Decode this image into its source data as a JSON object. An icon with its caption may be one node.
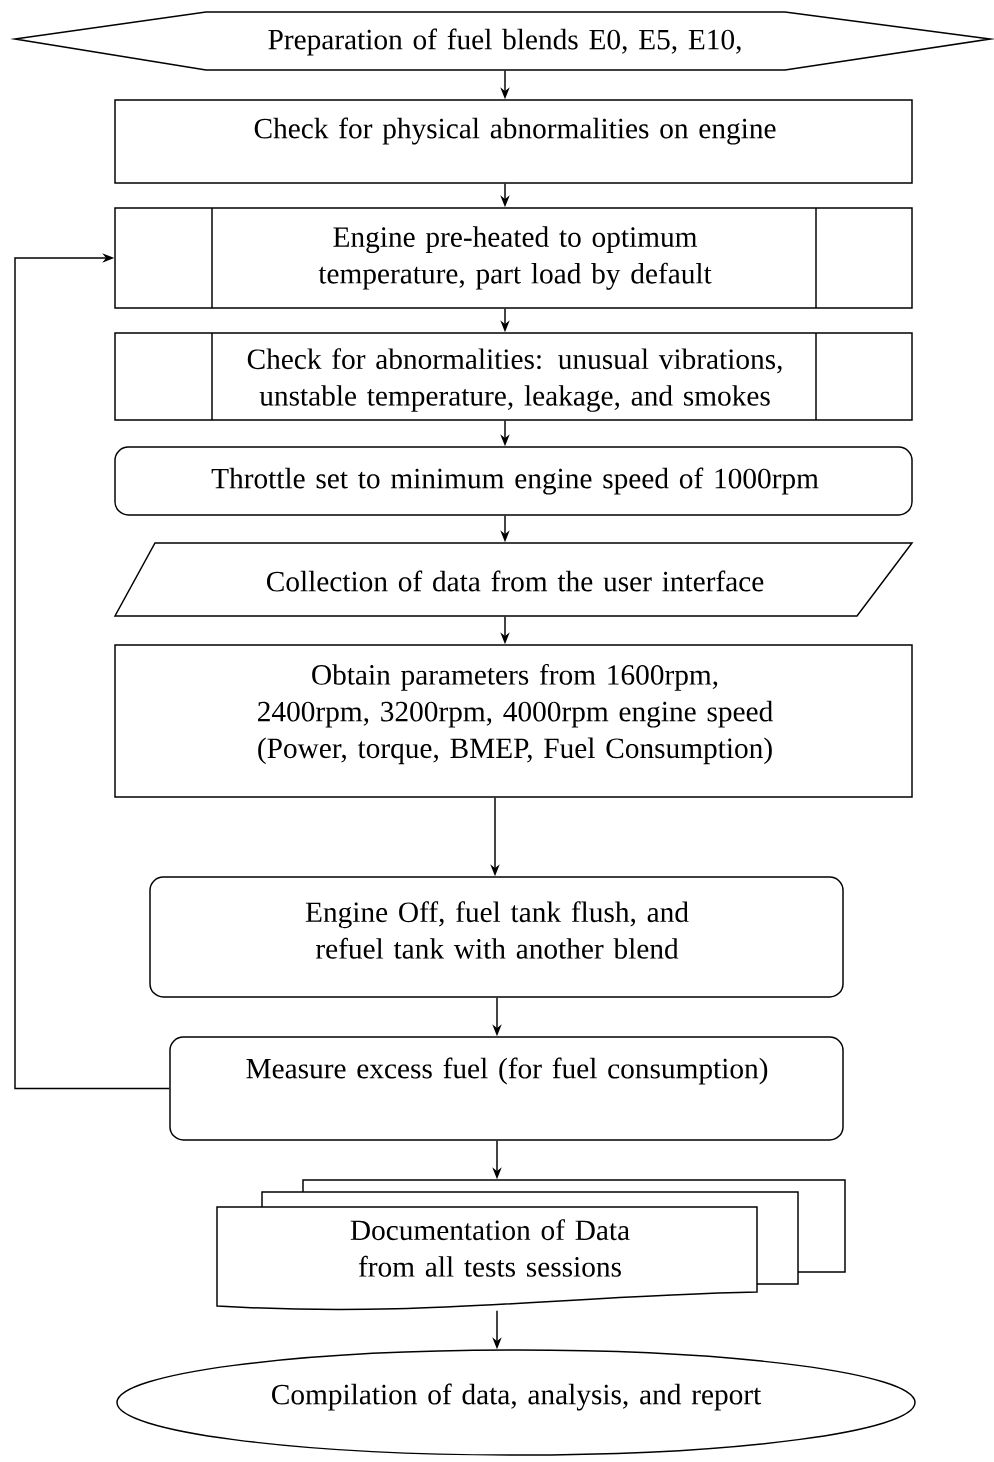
{
  "diagram": {
    "nodes": [
      {
        "text": [
          "Preparation of fuel blends E0, E5, E10,"
        ]
      },
      {
        "text": [
          "Check for physical abnormalities on engine"
        ]
      },
      {
        "text": [
          "Engine pre-heated to optimum temperature, part load by default"
        ]
      },
      {
        "text": [
          "Check for abnormalities: unusual vibrations, unstable temperature, leakage, and smokes"
        ]
      },
      {
        "text": [
          "Throttle set to minimum engine speed of 1000rpm"
        ]
      },
      {
        "text": [
          "Collection of data from the user interface"
        ]
      },
      {
        "text": [
          "Obtain parameters from 1600rpm, 2400rpm, 3200rpm, 4000rpm engine speed",
          "(Power, torque, BMEP, Fuel Consumption)"
        ]
      },
      {
        "text": [
          "Engine Off, fuel tank flush, and refuel tank with another blend"
        ]
      },
      {
        "text": [
          "Measure excess fuel (for fuel consumption)"
        ]
      },
      {
        "text": [
          "Documentation of Data from all tests sessions"
        ]
      },
      {
        "text": [
          "Compilation of data, analysis, and report"
        ]
      }
    ],
    "edges": [
      {
        "from": 0,
        "to": 1,
        "arrow": "to"
      },
      {
        "from": 1,
        "to": 2,
        "arrow": "to"
      },
      {
        "from": 2,
        "to": 3,
        "arrow": "to"
      },
      {
        "from": 3,
        "to": 4,
        "arrow": "to"
      },
      {
        "from": 4,
        "to": 5,
        "arrow": "to"
      },
      {
        "from": 5,
        "to": 6,
        "arrow": "to"
      },
      {
        "from": 6,
        "to": 7,
        "arrow": "to"
      },
      {
        "from": 7,
        "to": 8,
        "arrow": "to"
      },
      {
        "from": 8,
        "to": 9,
        "arrow": "to"
      },
      {
        "from": 9,
        "to": 10,
        "arrow": "to"
      },
      {
        "from": 8,
        "to": 2,
        "arrow": "to"
      }
    ]
  }
}
